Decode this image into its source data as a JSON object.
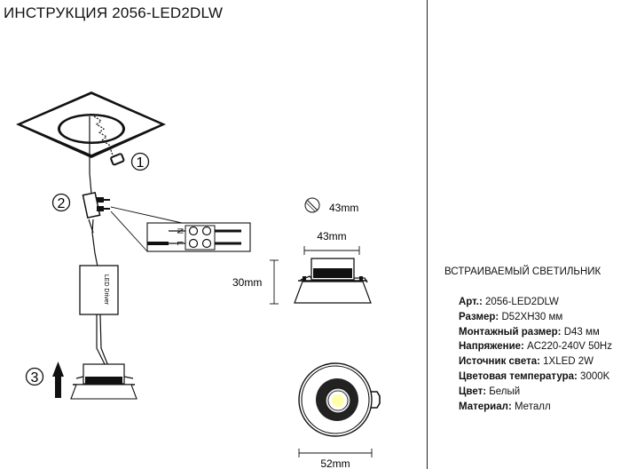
{
  "title": "ИНСТРУКЦИЯ 2056-LED2DLW",
  "steps": [
    "1",
    "2",
    "3"
  ],
  "driver_label": "LED Driver",
  "terminal_labels": [
    "N",
    "L"
  ],
  "dimensions": {
    "hole_diameter": "43mm",
    "body_width": "43mm",
    "height": "30mm",
    "outer_diameter": "52mm"
  },
  "specs": {
    "heading": "ВСТРАИВАЕМЫЙ СВЕТИЛЬНИК",
    "rows": [
      {
        "key": "Арт.:",
        "value": " 2056-LED2DLW"
      },
      {
        "key": "Размер:",
        "value": " D52XH30 мм"
      },
      {
        "key": "Монтажный размер:",
        "value": " D43 мм"
      },
      {
        "key": "Напряжение:",
        "value": " AC220-240V 50Hz"
      },
      {
        "key": "Источник света:",
        "value": " 1XLED 2W"
      },
      {
        "key": "Цветовая температура:",
        "value": " 3000K"
      },
      {
        "key": "Цвет:",
        "value": " Белый"
      },
      {
        "key": "Материал:",
        "value": " Металл"
      }
    ]
  }
}
